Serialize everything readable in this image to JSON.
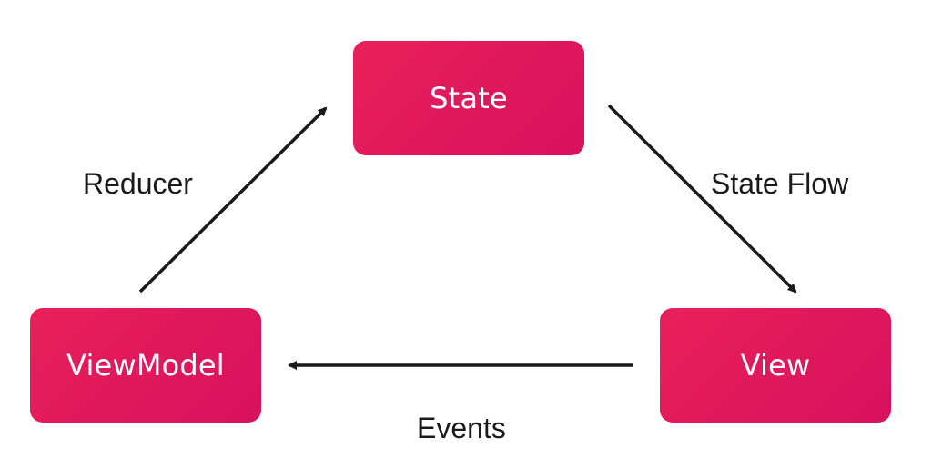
{
  "nodes": {
    "state": {
      "label": "State"
    },
    "viewmodel": {
      "label": "ViewModel"
    },
    "view": {
      "label": "View"
    }
  },
  "edges": {
    "reducer": {
      "label": "Reducer"
    },
    "state_flow": {
      "label": "State Flow"
    },
    "events": {
      "label": "Events"
    }
  },
  "colors": {
    "node_fill": "#e01b5c",
    "node_text": "#ffffff",
    "arrow": "#1a1a1a",
    "label_text": "#1a1a1a"
  }
}
